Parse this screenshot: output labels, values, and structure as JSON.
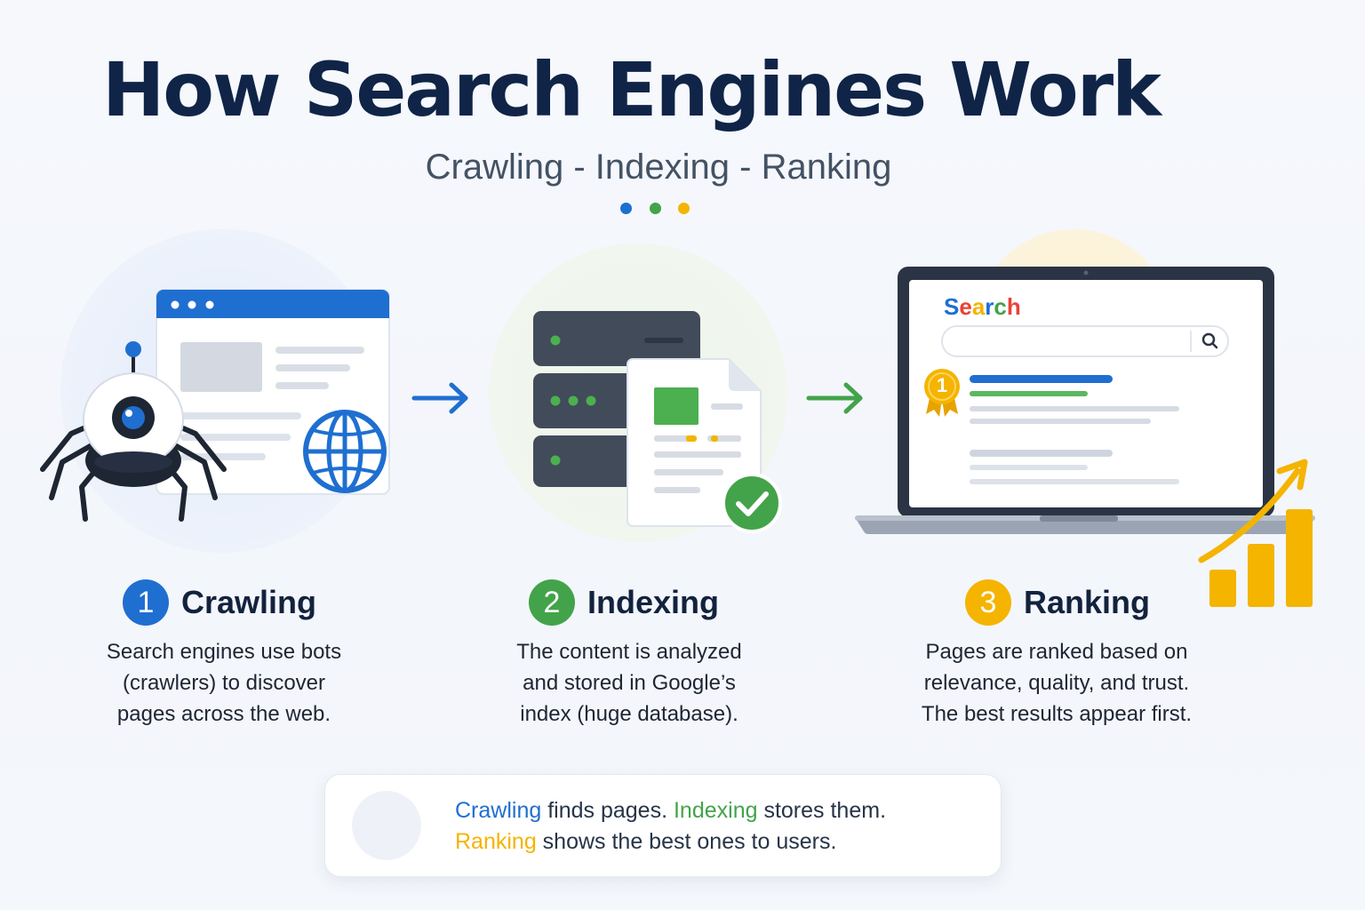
{
  "title": "How Search Engines Work",
  "subtitle": "Crawling - Indexing - Ranking",
  "colors": {
    "blue": "#1f6fd1",
    "green": "#43a34a",
    "yellow": "#f4b400",
    "navy": "#0f2447",
    "server": "#414b5a"
  },
  "steps": [
    {
      "number": "1",
      "title": "Crawling",
      "lines": [
        "Search engines use bots",
        "(crawlers) to discover",
        "pages across the web."
      ]
    },
    {
      "number": "2",
      "title": "Indexing",
      "lines": [
        "The content is analyzed",
        "and stored in Google’s",
        "index (huge database)."
      ]
    },
    {
      "number": "3",
      "title": "Ranking",
      "lines": [
        "Pages are ranked based on",
        "relevance, quality, and trust.",
        "The best results appear first."
      ]
    }
  ],
  "illustrations": {
    "crawling": [
      "browser-window-icon",
      "spider-robot-icon",
      "globe-icon"
    ],
    "indexing": [
      "server-stack-icon",
      "document-icon",
      "check-icon"
    ],
    "ranking": [
      "laptop-icon",
      "search-bar-icon",
      "award-medal-icon",
      "growth-chart-icon"
    ]
  },
  "laptop": {
    "search_logo": "Search",
    "medal_number": "1"
  },
  "summary": {
    "line1": [
      {
        "text": "Crawling",
        "color": "blue"
      },
      {
        "text": " finds pages. "
      },
      {
        "text": "Indexing",
        "color": "green"
      },
      {
        "text": " stores them."
      }
    ],
    "line2": [
      {
        "text": "Ranking",
        "color": "yellow"
      },
      {
        "text": " shows the best ones to users."
      }
    ]
  }
}
